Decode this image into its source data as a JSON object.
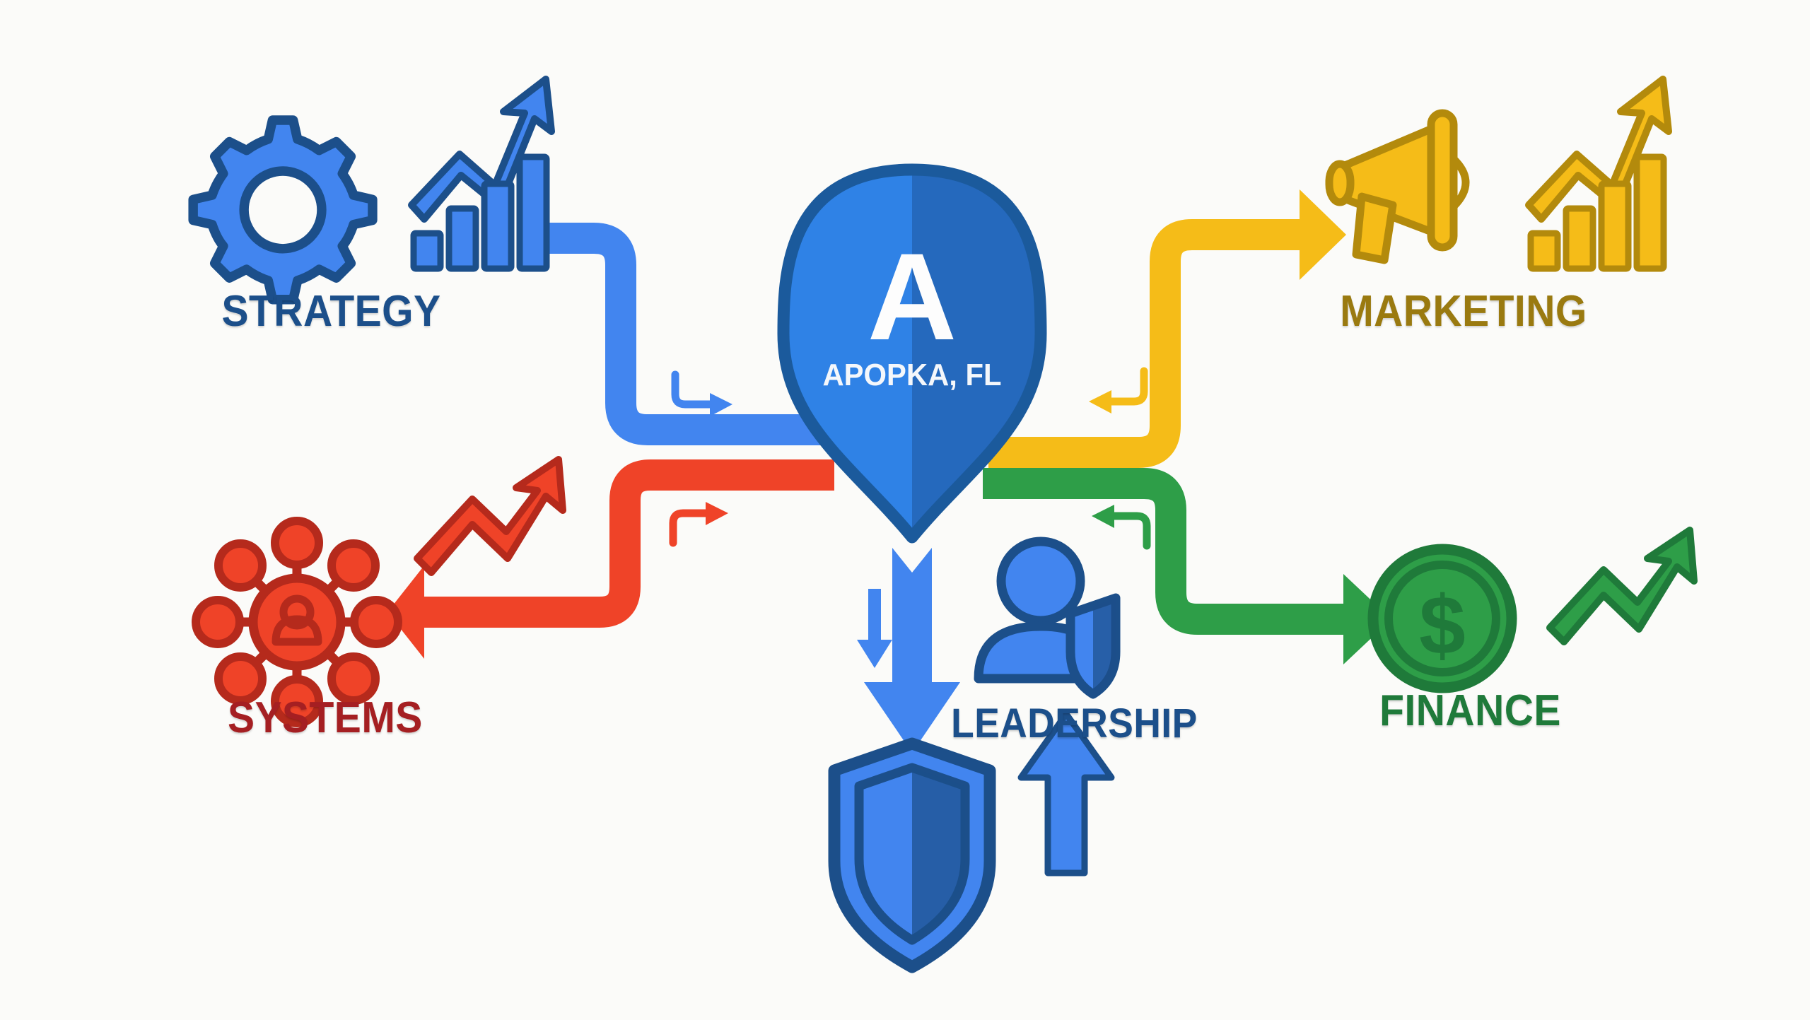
{
  "diagram": {
    "title": "Apopka FL business growth hub",
    "background_color": "#fbfbf9",
    "center": {
      "name": "location-pin",
      "letter": "A",
      "city_label": "APOPKA, FL",
      "fill": "#2b7de0",
      "fill_shadow": "#2568bd",
      "stroke": "#1b5a9c",
      "letter_color": "#fdfdfd"
    },
    "nodes": [
      {
        "id": "strategy",
        "label": "STRATEGY",
        "label_color": "#1c4f8a",
        "accent": "#4285ef",
        "accent_dark": "#1c4f8a",
        "position": "top-left",
        "icons": [
          "gear-icon",
          "bar-chart-growth-icon"
        ],
        "connector_color": "#4285ef",
        "connector_direction": "into-hub"
      },
      {
        "id": "marketing",
        "label": "MARKETING",
        "label_color": "#9a7a10",
        "accent": "#f5bc18",
        "accent_dark": "#b38a0c",
        "position": "top-right",
        "icons": [
          "megaphone-icon",
          "bar-chart-growth-icon"
        ],
        "connector_color": "#f5bc18",
        "connector_direction": "out-of-hub"
      },
      {
        "id": "systems",
        "label": "SYSTEMS",
        "label_color": "#a51f22",
        "accent": "#ef4328",
        "accent_dark": "#b52a1c",
        "position": "bottom-left",
        "icons": [
          "network-hub-user-icon",
          "trend-up-arrow-icon"
        ],
        "connector_color": "#ef4328",
        "connector_direction": "out-of-hub"
      },
      {
        "id": "finance",
        "label": "FINANCE",
        "label_color": "#1f7a3a",
        "accent": "#2e9e48",
        "accent_dark": "#1f7a3a",
        "position": "bottom-right",
        "icons": [
          "dollar-coin-icon",
          "trend-up-arrow-icon"
        ],
        "connector_color": "#2e9e48",
        "connector_direction": "out-of-hub"
      },
      {
        "id": "leadership",
        "label": "LEADERSHIP",
        "label_color": "#1c4f8a",
        "accent": "#4285ef",
        "accent_dark": "#1c4f8a",
        "position": "bottom-center",
        "icons": [
          "user-shield-icon",
          "shield-icon",
          "arrow-down-icon",
          "arrow-up-icon"
        ],
        "connector_color": "#4285ef",
        "connector_direction": "out-of-hub"
      }
    ],
    "marker_arrows": [
      {
        "id": "strategy-marker",
        "color": "#4285ef",
        "points": "right"
      },
      {
        "id": "marketing-marker",
        "color": "#f5bc18",
        "points": "left"
      },
      {
        "id": "systems-marker",
        "color": "#ef4328",
        "points": "right"
      },
      {
        "id": "finance-marker",
        "color": "#2e9e48",
        "points": "left"
      }
    ]
  }
}
